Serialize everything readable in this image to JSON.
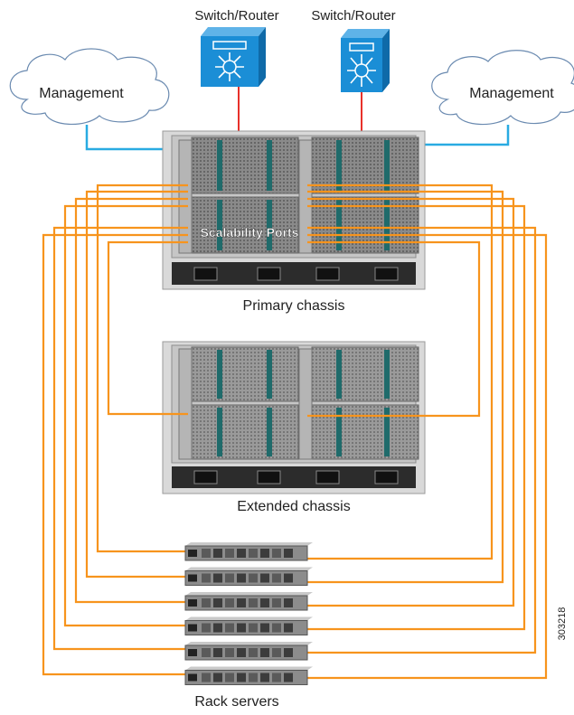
{
  "switches": {
    "left_label": "Switch/Router",
    "right_label": "Switch/Router"
  },
  "management": {
    "left_label": "Management",
    "right_label": "Management"
  },
  "chassis": {
    "primary_label": "Primary chassis",
    "extended_label": "Extended chassis",
    "ports_label": "Scalability Ports"
  },
  "rack": {
    "label": "Rack servers",
    "server_count": 6
  },
  "figure_id": "303218",
  "colors": {
    "cable": "#f7941d",
    "management_link": "#29abe2",
    "uplink": "#e8312a",
    "switch_blue": "#1b8ed6",
    "chassis_frame": "#d9d9d9"
  }
}
